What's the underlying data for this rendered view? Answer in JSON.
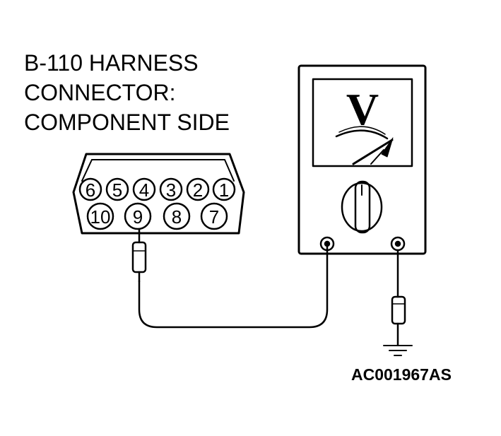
{
  "title_lines": [
    "B-110 HARNESS",
    "CONNECTOR:",
    "COMPONENT SIDE"
  ],
  "figure_code": "AC001967AS",
  "meter": {
    "display_symbol": "V"
  },
  "connector": {
    "top_row": [
      "6",
      "5",
      "4",
      "3",
      "2",
      "1"
    ],
    "bottom_row": [
      "10",
      "9",
      "8",
      "7"
    ]
  }
}
